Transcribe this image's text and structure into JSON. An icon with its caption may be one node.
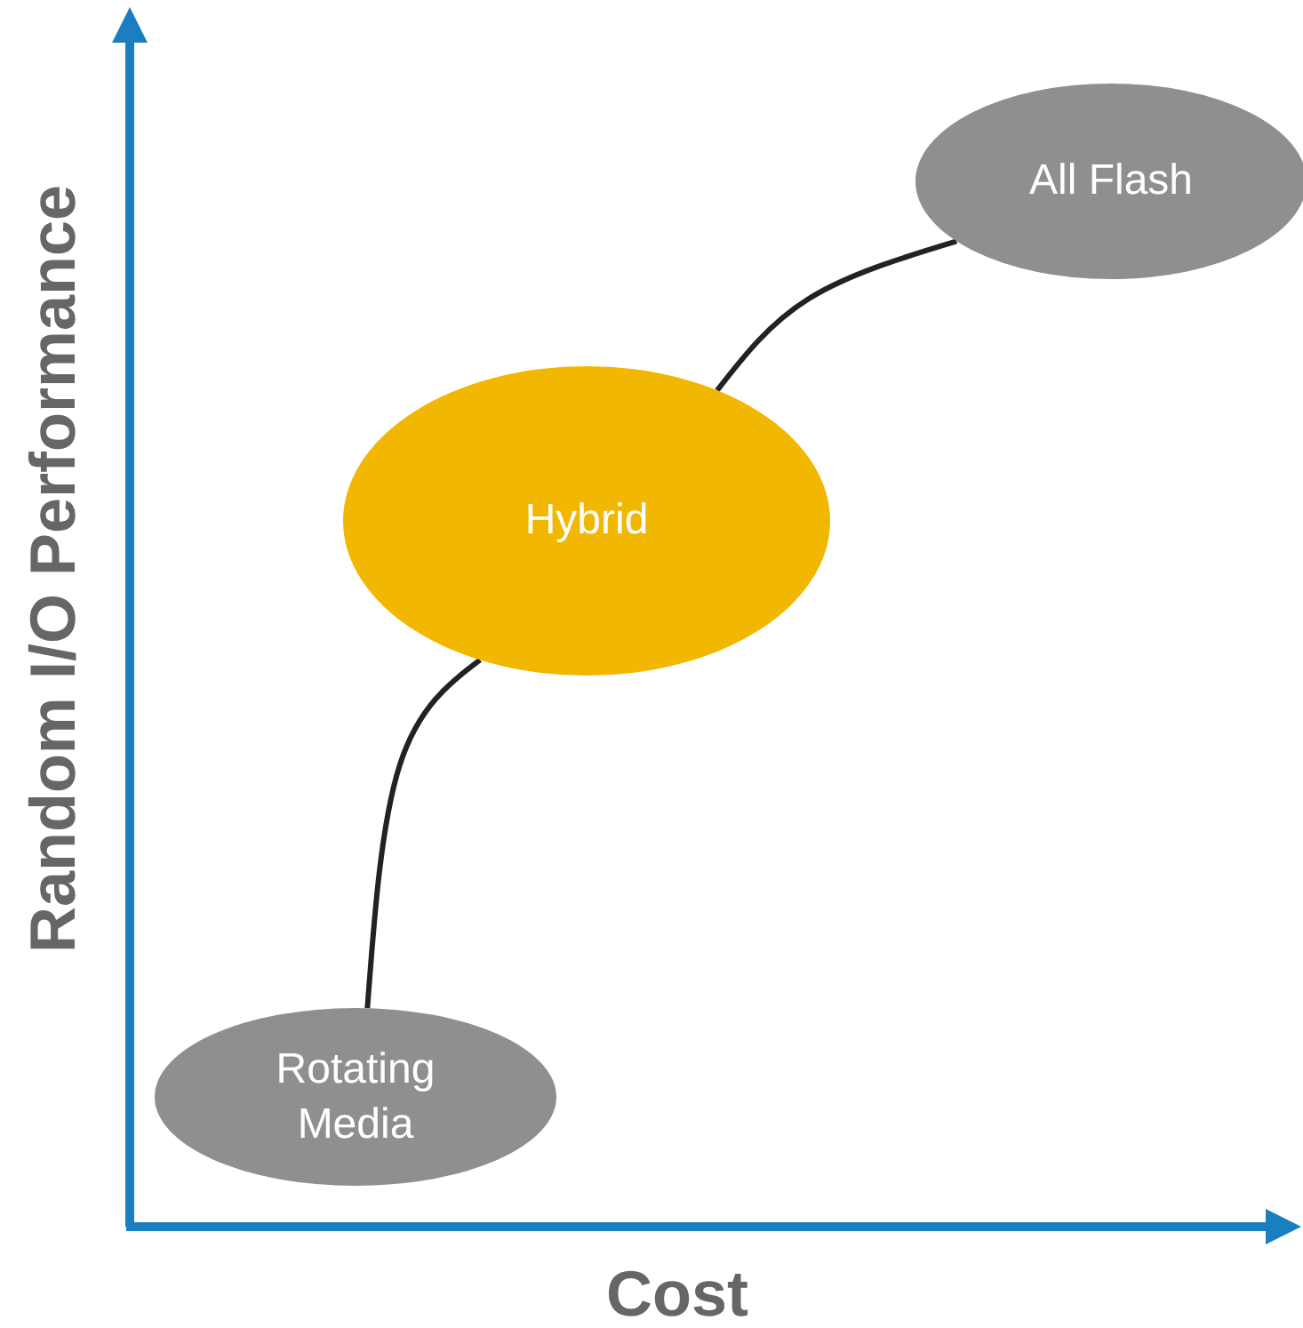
{
  "diagram": {
    "nodes": [
      {
        "text": [
          "Rotating Media"
        ]
      },
      {
        "text": [
          "Hybrid"
        ]
      },
      {
        "text": [
          "All Flash"
        ]
      }
    ],
    "edges": [
      {
        "from": 0,
        "to": 1,
        "arrow": "none"
      },
      {
        "from": 1,
        "to": 2,
        "arrow": "none"
      }
    ],
    "labels": [
      "Random I/O Performance",
      "Cost"
    ]
  }
}
